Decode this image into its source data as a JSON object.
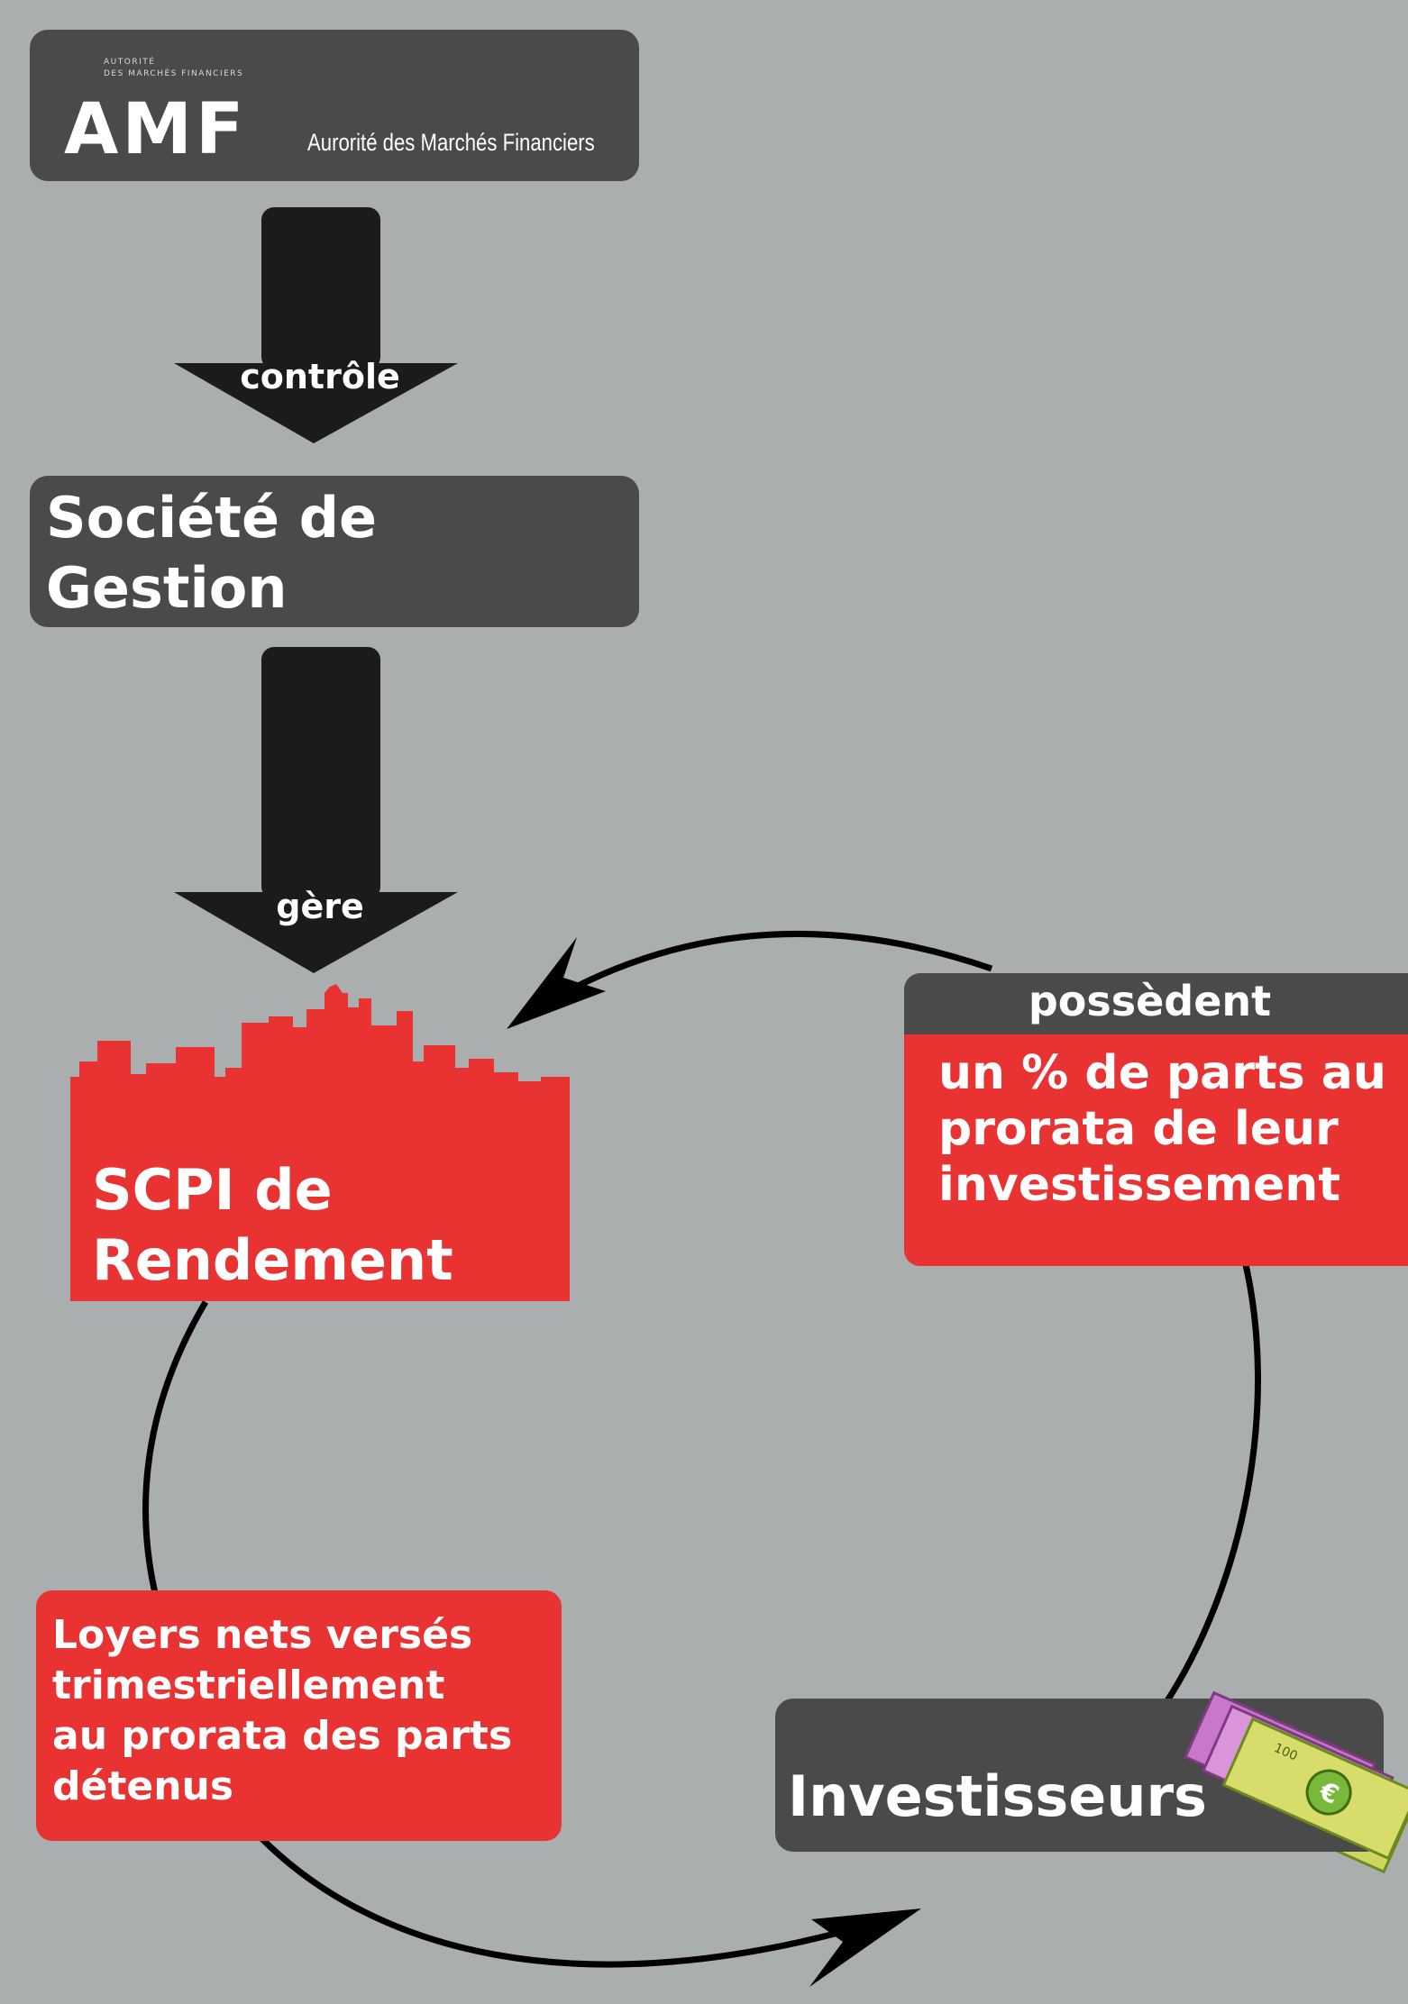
{
  "amf": {
    "small_line1": "AUTORITÉ",
    "small_line2": "DES MARCHÉS FINANCIERS",
    "logo": "AMF",
    "full_name": "Aurorité des Marchés Financiers"
  },
  "arrows": {
    "controle_label": "contrôle",
    "gere_label": "gère"
  },
  "gestion": {
    "line1": "Société de",
    "line2": "Gestion",
    "icon": "gears-icon"
  },
  "scpi": {
    "line1": "SCPI de",
    "line2": "Rendement"
  },
  "possedent": {
    "header": "possèdent",
    "line1": "un % de parts au",
    "line2": "prorata de leur",
    "line3": "investissement"
  },
  "loyers": {
    "line1": "Loyers nets versés",
    "line2": "trimestriellement",
    "line3": "au prorata des parts",
    "line4": "détenus"
  },
  "investisseurs": {
    "label": "Investisseurs",
    "icon": "banknotes-icon",
    "note_value": "100"
  },
  "colors": {
    "background": "#abaeaf",
    "dark_box": "#4a4a4b",
    "red": "#e93232",
    "arrow": "#1b1b1b"
  }
}
